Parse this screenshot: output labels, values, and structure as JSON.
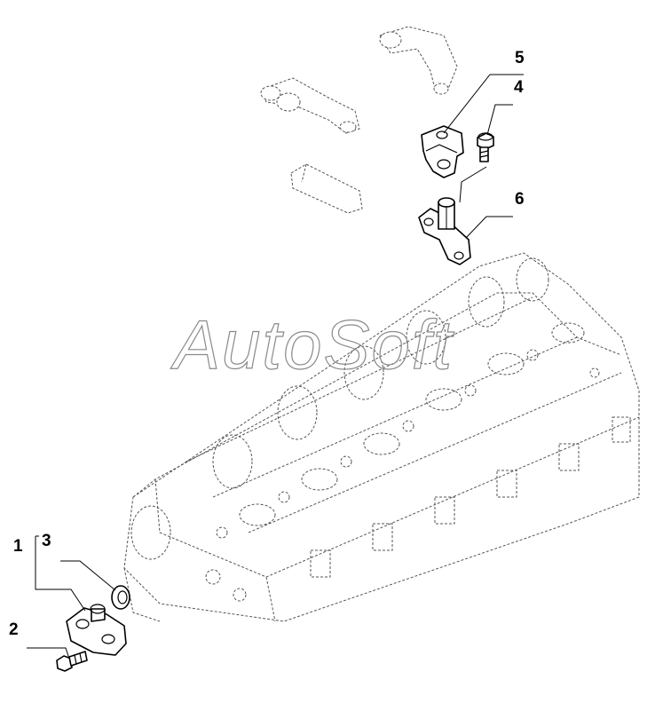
{
  "watermark": "AutoSoft",
  "callouts": {
    "c1": "1",
    "c2": "2",
    "c3": "3",
    "c4": "4",
    "c5": "5",
    "c6": "6"
  },
  "colors": {
    "line": "#000000",
    "ghost": "#555555",
    "watermark": "#8a8a8a",
    "background": "#ffffff"
  }
}
